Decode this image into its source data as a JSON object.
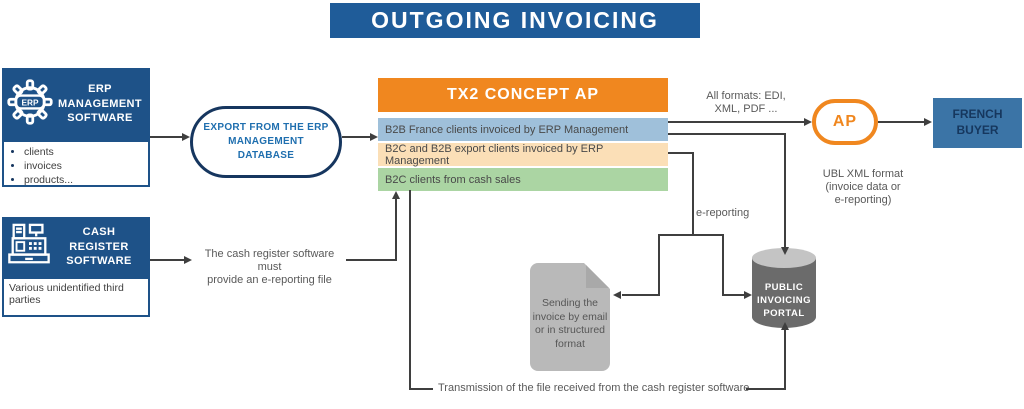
{
  "title": "OUTGOING INVOICING",
  "colors": {
    "navy": "#1E5288",
    "title_blue": "#1F5C99",
    "buyer_blue": "#3B74A6",
    "accent_orange": "#F0871F",
    "row_blue": "#9FC0DA",
    "row_peach": "#FBDFB7",
    "row_green": "#ABD5A3",
    "gray_shape": "#B9B9B9",
    "cylinder_gray": "#6B6B6B"
  },
  "erp_box": {
    "title": "ERP\nMANAGEMENT\nSOFTWARE",
    "items": [
      "clients",
      "invoices",
      "products..."
    ]
  },
  "cash_box": {
    "title": "CASH\nREGISTER\nSOFTWARE",
    "subtitle": "Various unidentified third parties"
  },
  "export_node": {
    "label": "EXPORT FROM THE ERP\nMANAGEMENT\nDATABASE"
  },
  "tx2": {
    "title": "TX2 CONCEPT AP",
    "rows": [
      {
        "label": "B2B France clients invoiced by ERP Management",
        "color": "#9FC0DA"
      },
      {
        "label": "B2C and B2B export clients invoiced by ERP Management",
        "color": "#FBDFB7"
      },
      {
        "label": "B2C clients from cash sales",
        "color": "#ABD5A3"
      }
    ]
  },
  "ap_node": {
    "label": "AP"
  },
  "french_buyer": {
    "label": "FRENCH\nBUYER"
  },
  "document_node": {
    "label": "Sending the\ninvoice by email\nor in structured\nformat"
  },
  "portal": {
    "label": "PUBLIC\nINVOICING\nPORTAL"
  },
  "annotations": {
    "all_formats": "All formats: EDI,\nXML, PDF ...",
    "ubl": "UBL XML format\n(invoice data or\ne-reporting)",
    "e_reporting": "e-reporting",
    "cash_note": "The cash register software must\nprovide an e-reporting file",
    "transmission": "Transmission of the file received from the cash register software"
  }
}
